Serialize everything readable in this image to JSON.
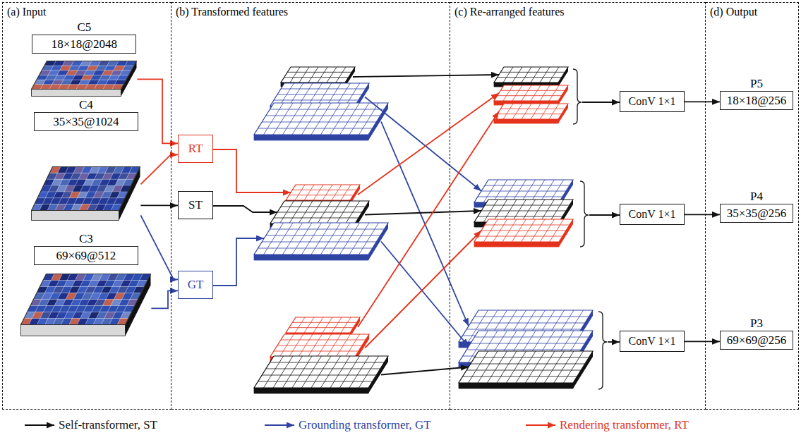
{
  "diagram": {
    "nodes": [
      {
        "text": [
          "(a) Input"
        ]
      },
      {
        "text": [
          "C5",
          "18×18@2048"
        ],
        "in": 0
      },
      {
        "text": [
          "C4",
          "35×35@1024"
        ],
        "in": 0
      },
      {
        "text": [
          "C3",
          "69×69@512"
        ],
        "in": 0
      },
      {
        "text": [
          "(b) Transformed features"
        ]
      },
      {
        "text": [
          "RT"
        ],
        "in": 4
      },
      {
        "text": [
          "ST"
        ],
        "in": 4
      },
      {
        "text": [
          "GT"
        ],
        "in": 4
      },
      {
        "text": [
          "(c) Re-arranged features"
        ]
      },
      {
        "text": [
          "ConV 1×1"
        ],
        "in": 8
      },
      {
        "text": [
          "ConV 1×1"
        ],
        "in": 8
      },
      {
        "text": [
          "ConV 1×1"
        ],
        "in": 8
      },
      {
        "text": [
          "(d) Output"
        ]
      },
      {
        "text": [
          "P5",
          "18×18@256"
        ],
        "in": 12
      },
      {
        "text": [
          "P4",
          "35×35@256"
        ],
        "in": 12
      },
      {
        "text": [
          "P3",
          "69×69@256"
        ],
        "in": 12
      }
    ],
    "edges": [
      {
        "from": 1,
        "to": 5,
        "arrow": "to"
      },
      {
        "from": 2,
        "to": 5,
        "arrow": "to"
      },
      {
        "from": 2,
        "to": 6,
        "arrow": "to"
      },
      {
        "from": 2,
        "to": 7,
        "arrow": "to"
      },
      {
        "from": 3,
        "to": 7,
        "arrow": "to"
      },
      {
        "from": 9,
        "to": 13,
        "arrow": "to"
      },
      {
        "from": 10,
        "to": 14,
        "arrow": "to"
      },
      {
        "from": 11,
        "to": 15,
        "arrow": "to"
      }
    ],
    "legend": [
      {
        "text": "Self-transformer, ST"
      },
      {
        "text": "Grounding transformer, GT"
      },
      {
        "text": "Rendering transformer, RT"
      }
    ]
  }
}
